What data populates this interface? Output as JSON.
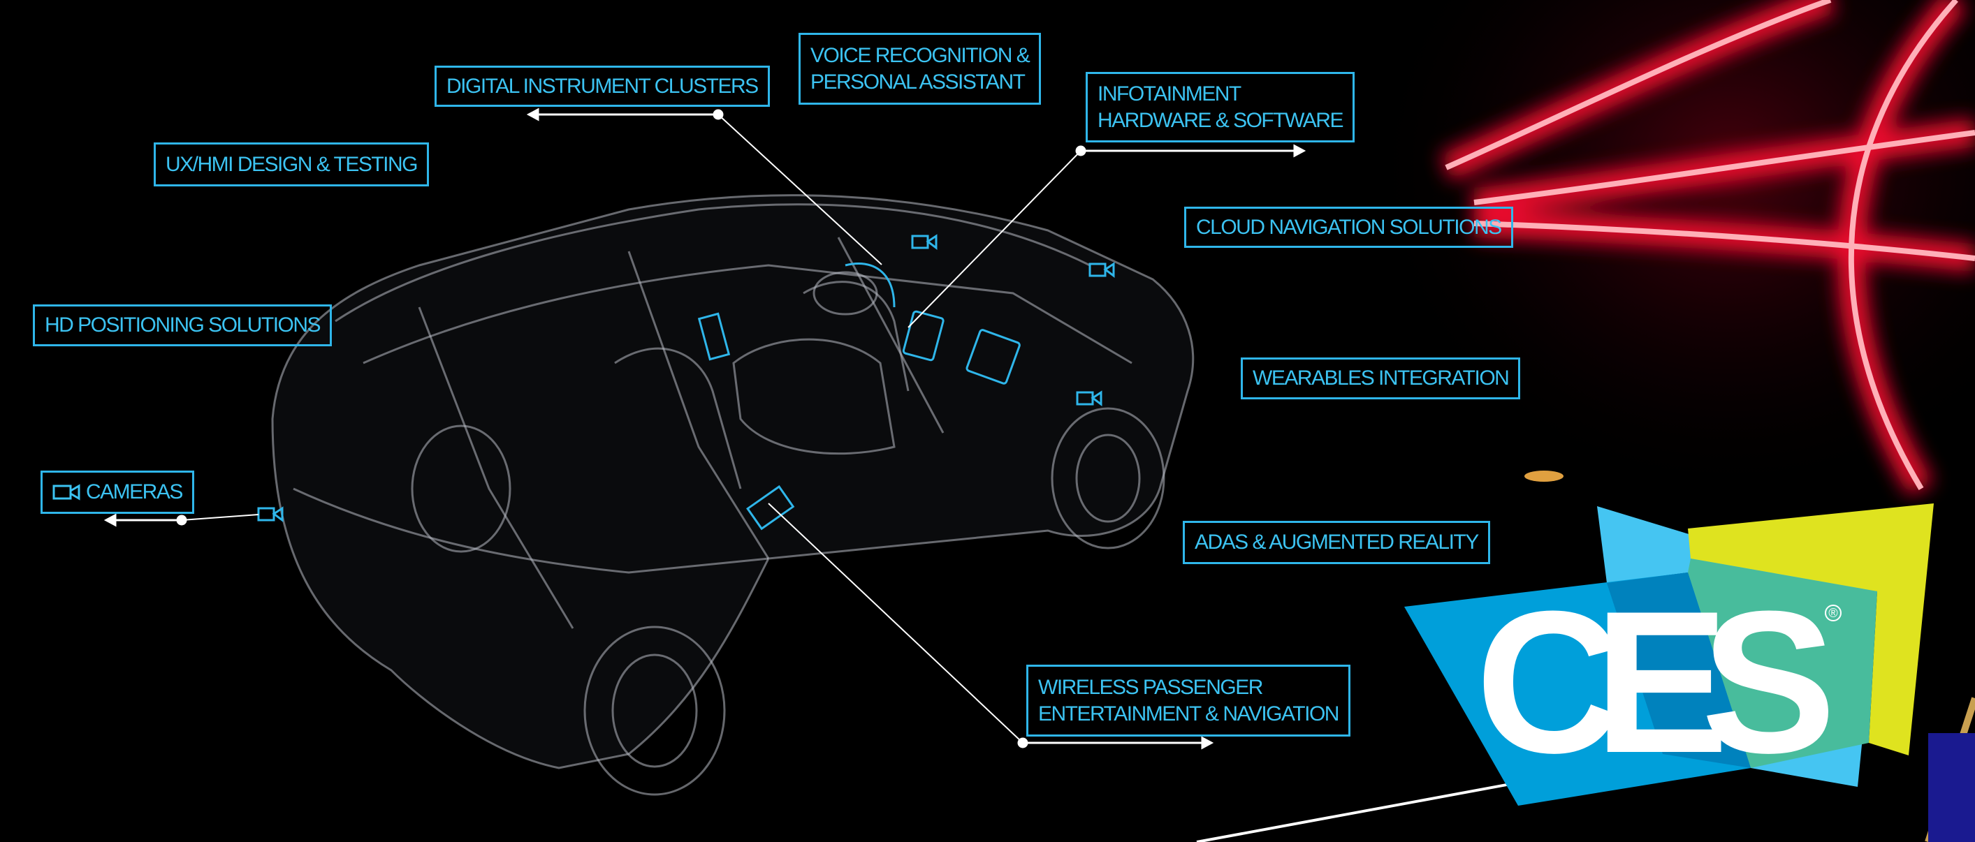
{
  "labels": {
    "digital_instrument_clusters": "DIGITAL INSTRUMENT CLUSTERS",
    "voice_recognition": "VOICE RECOGNITION &\nPERSONAL ASSISTANT",
    "infotainment": "INFOTAINMENT\nHARDWARE & SOFTWARE",
    "ux_hmi": "UX/HMI DESIGN & TESTING",
    "cloud_navigation": "CLOUD NAVIGATION SOLUTIONS",
    "hd_positioning": "HD POSITIONING SOLUTIONS",
    "wearables": "WEARABLES INTEGRATION",
    "cameras": "CAMERAS",
    "adas": "ADAS & AUGMENTED REALITY",
    "wireless_passenger": "WIRELESS PASSENGER\nENTERTAINMENT & NAVIGATION"
  },
  "logo": {
    "text": "CES",
    "registered": "®"
  },
  "colors": {
    "accent": "#3cc3f2",
    "neon": "#ff1a3a",
    "ces_blue": "#009fda",
    "ces_light_blue": "#45c5f2",
    "ces_green": "#48bc9c",
    "ces_yellow": "#dfe31f"
  }
}
